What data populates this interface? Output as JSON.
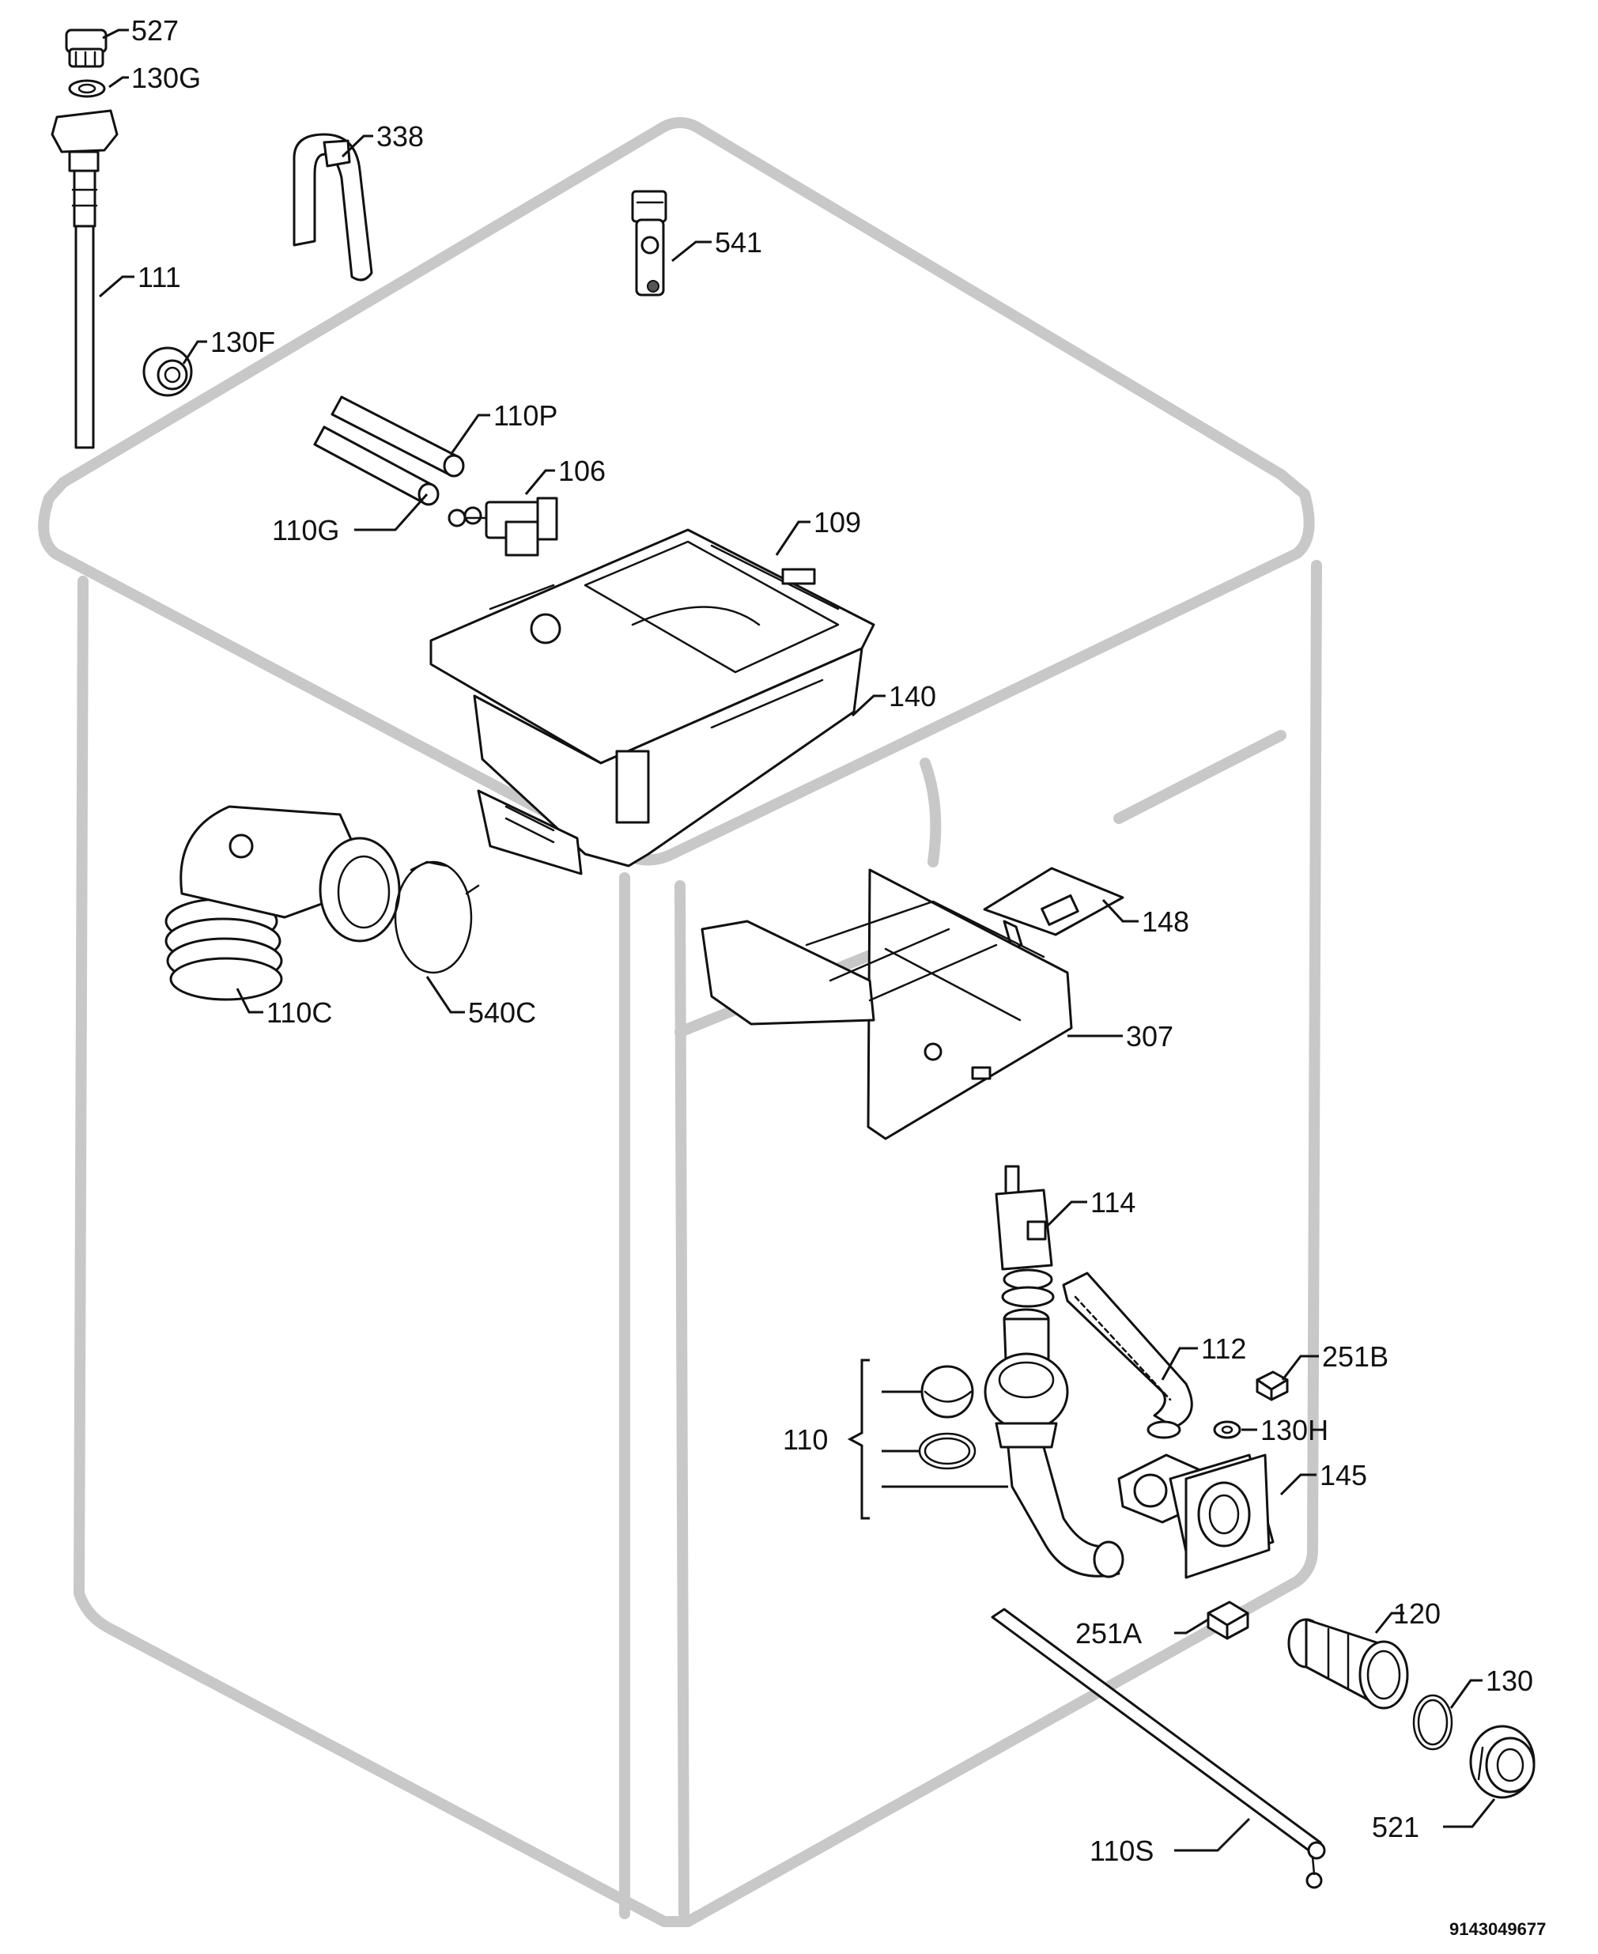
{
  "labels": {
    "p527": "527",
    "p130G": "130G",
    "p338": "338",
    "p541": "541",
    "p111": "111",
    "p130F": "130F",
    "p110P": "110P",
    "p106": "106",
    "p110G": "110G",
    "p109": "109",
    "p140": "140",
    "p148": "148",
    "p110C": "110C",
    "p540C": "540C",
    "p307": "307",
    "p114": "114",
    "p112": "112",
    "p251B": "251B",
    "p110": "110",
    "p130H": "130H",
    "p145": "145",
    "p120": "120",
    "p251A": "251A",
    "p130": "130",
    "p110S": "110S",
    "p521": "521"
  },
  "document_number": "9143049677"
}
